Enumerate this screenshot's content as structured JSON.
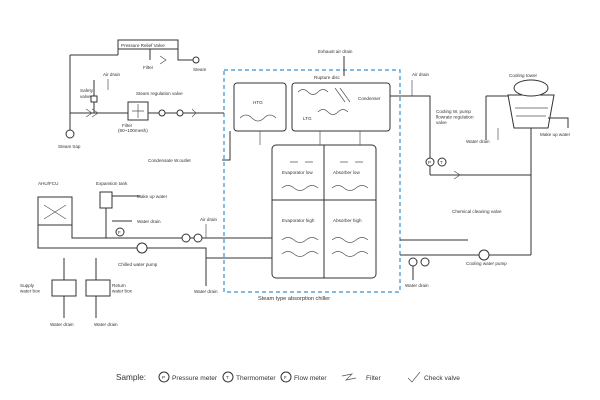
{
  "labels": {
    "pressure_relief_valve": "Pressure Relief Valve",
    "filter_top": "Filter",
    "steam": "Steam",
    "air_drain_left": "Air drain",
    "safety_valve": "Safety\nvalve",
    "steam_regulation_valve": "Steam regulation valve",
    "filter_mid": "Filter",
    "flow_range": "(80~100mesh)",
    "steam_trap": "Steam trap",
    "exhaust_air_drain": "Exhaust air drain",
    "rupture_disc": "Rupture disc",
    "air_drain_top": "Air drain",
    "htg": "HTG",
    "ltg": "LTG",
    "condenser": "Condenser",
    "condensate_outlet": "Condensate W.outlet",
    "cooling_tower": "Cooling tower",
    "cooling_pump_valve": "Cooling W. pump\nflowrate regulation\nvalve",
    "make_up_water_right": "Make up water",
    "water_drain_right": "Water drain",
    "evaporator_low": "Evaporator low",
    "absorber_low": "Absorber low",
    "evaporator_high": "Evaporator high",
    "absorber_high": "Absorber high",
    "ahu_fcu": "AHU/FCU",
    "expansion_tank": "Expansion tank",
    "make_up_water_left": "Make up water",
    "water_drain_tank": "Water drain",
    "air_drain_mid": "Air drain",
    "chilled_water_pump": "Chilled water pump",
    "water_drain_mid": "Water drain",
    "chemical_cleaning_valve": "Chemical cleaning valve",
    "cooling_water_pump": "Cooling water pump",
    "water_drain_bottom_right": "Water drain",
    "supply_water_box": "Supply\nwater box",
    "return_water_box": "Return\nwater box",
    "water_drain_bl1": "Water drain",
    "water_drain_bl2": "Water drain",
    "chiller_caption": "Steam type absorption chiller"
  },
  "legend": {
    "title": "Sample:",
    "items": [
      {
        "symbol": "P",
        "label": "Pressure meter"
      },
      {
        "symbol": "T",
        "label": "Thermometer"
      },
      {
        "symbol": "F",
        "label": "Flow meter"
      },
      {
        "symbol": "filter",
        "label": "Filter"
      },
      {
        "symbol": "check",
        "label": "Check valve"
      }
    ]
  },
  "colors": {
    "chiller_boundary": "#3a8fd0",
    "lines": "#333333"
  }
}
